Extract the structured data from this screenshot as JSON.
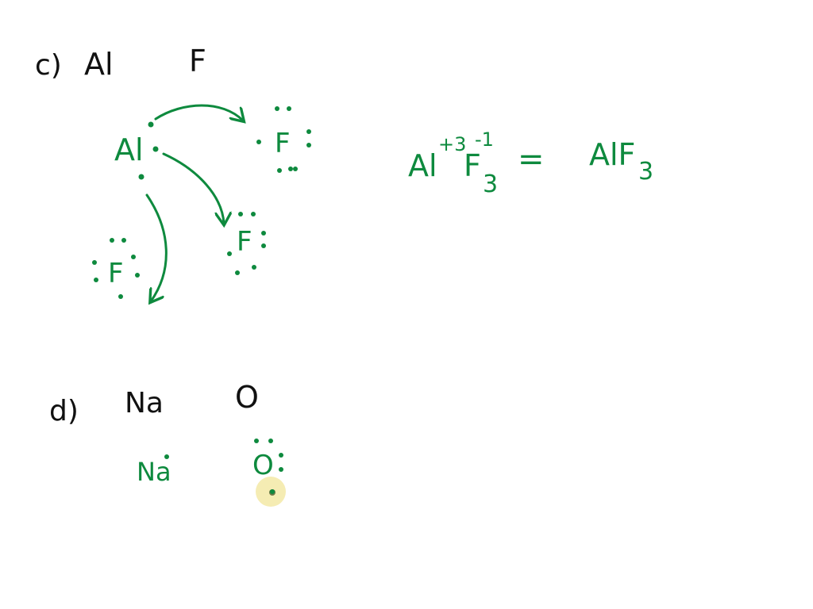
{
  "colors": {
    "ink_black": "#111111",
    "ink_green": "#0e8a3e",
    "cursor_highlight": "#f3e9a6",
    "background": "#ffffff"
  },
  "part_c": {
    "label": "c)",
    "element_1": "Al",
    "element_2": "F",
    "lewis_al": "Al",
    "lewis_f_top": "F",
    "lewis_f_middle": "F",
    "lewis_f_bottom": "F",
    "formula": {
      "cation": "Al",
      "cation_charge": "+3",
      "anion": "F",
      "anion_charge": "-1",
      "anion_subscript": "3",
      "equals": "=",
      "result_main": "AlF",
      "result_subscript": "3"
    }
  },
  "part_d": {
    "label": "d)",
    "element_1": "Na",
    "element_2": "O",
    "lewis_na": "Na",
    "lewis_o": "O"
  }
}
